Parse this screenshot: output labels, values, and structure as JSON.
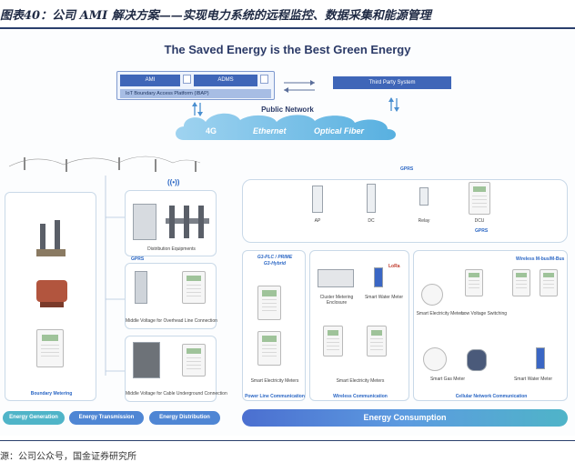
{
  "caption": "图表40：公司 AMI 解决方案——实现电力系统的远程监控、数据采集和能源管理",
  "diagram": {
    "headline": "The Saved Energy is the Best Green Energy",
    "management": {
      "ami": "AMI",
      "adms": "ADMS",
      "iot_platform": "IoT Boundary Access Platform (IBAP)",
      "third_party": "Third Party System"
    },
    "public_network": "Public Network",
    "cloud": {
      "g4": "4G",
      "ethernet": "Ethernet",
      "fiber": "Optical Fiber"
    },
    "generation_panel": {
      "label": "Boundary Metering"
    },
    "distribution": {
      "equipments": "Distribution Equipments",
      "gprs": "GPRS",
      "overhead": "Middle Voltage for Overhead Line Connection",
      "underground": "Middle Voltage for Cable Underground Connection"
    },
    "upper_devices": {
      "gprs": "GPRS",
      "ap": "AP",
      "dc": "DC",
      "relay": "Relay",
      "dcu": "DCU"
    },
    "plc_panel": {
      "title_line1": "G3-PLC / PRIME",
      "title_line2": "G3-Hybrid",
      "meters": "Smart Electricity Meters",
      "footer": "Power Line Communication"
    },
    "wireless_panel": {
      "cluster": "Cluster Metering Enclosure",
      "water": "Smart Water Meter",
      "meters": "Smart Electricity Meters",
      "footer": "Wireless Communication",
      "lora": "LoRa"
    },
    "cellular_panel": {
      "gprs": "GPRS",
      "wireless_mbus": "Wireless M-bus/M-Bus",
      "items": [
        "Smart Electricity Meters",
        "Low Voltage Switching",
        "Smart Gas Meter",
        "Smart Water Meter"
      ],
      "footer": "Cellular Network Communication"
    },
    "segments": {
      "generation": "Energy Generation",
      "transmission": "Energy Transmission",
      "distribution": "Energy Distribution",
      "consumption": "Energy Consumption"
    }
  },
  "source": "源：公司公众号，国金证券研究所",
  "colors": {
    "brand_navy": "#2b3a67",
    "accent_blue": "#3f66b8",
    "teal": "#4fb4c8"
  }
}
